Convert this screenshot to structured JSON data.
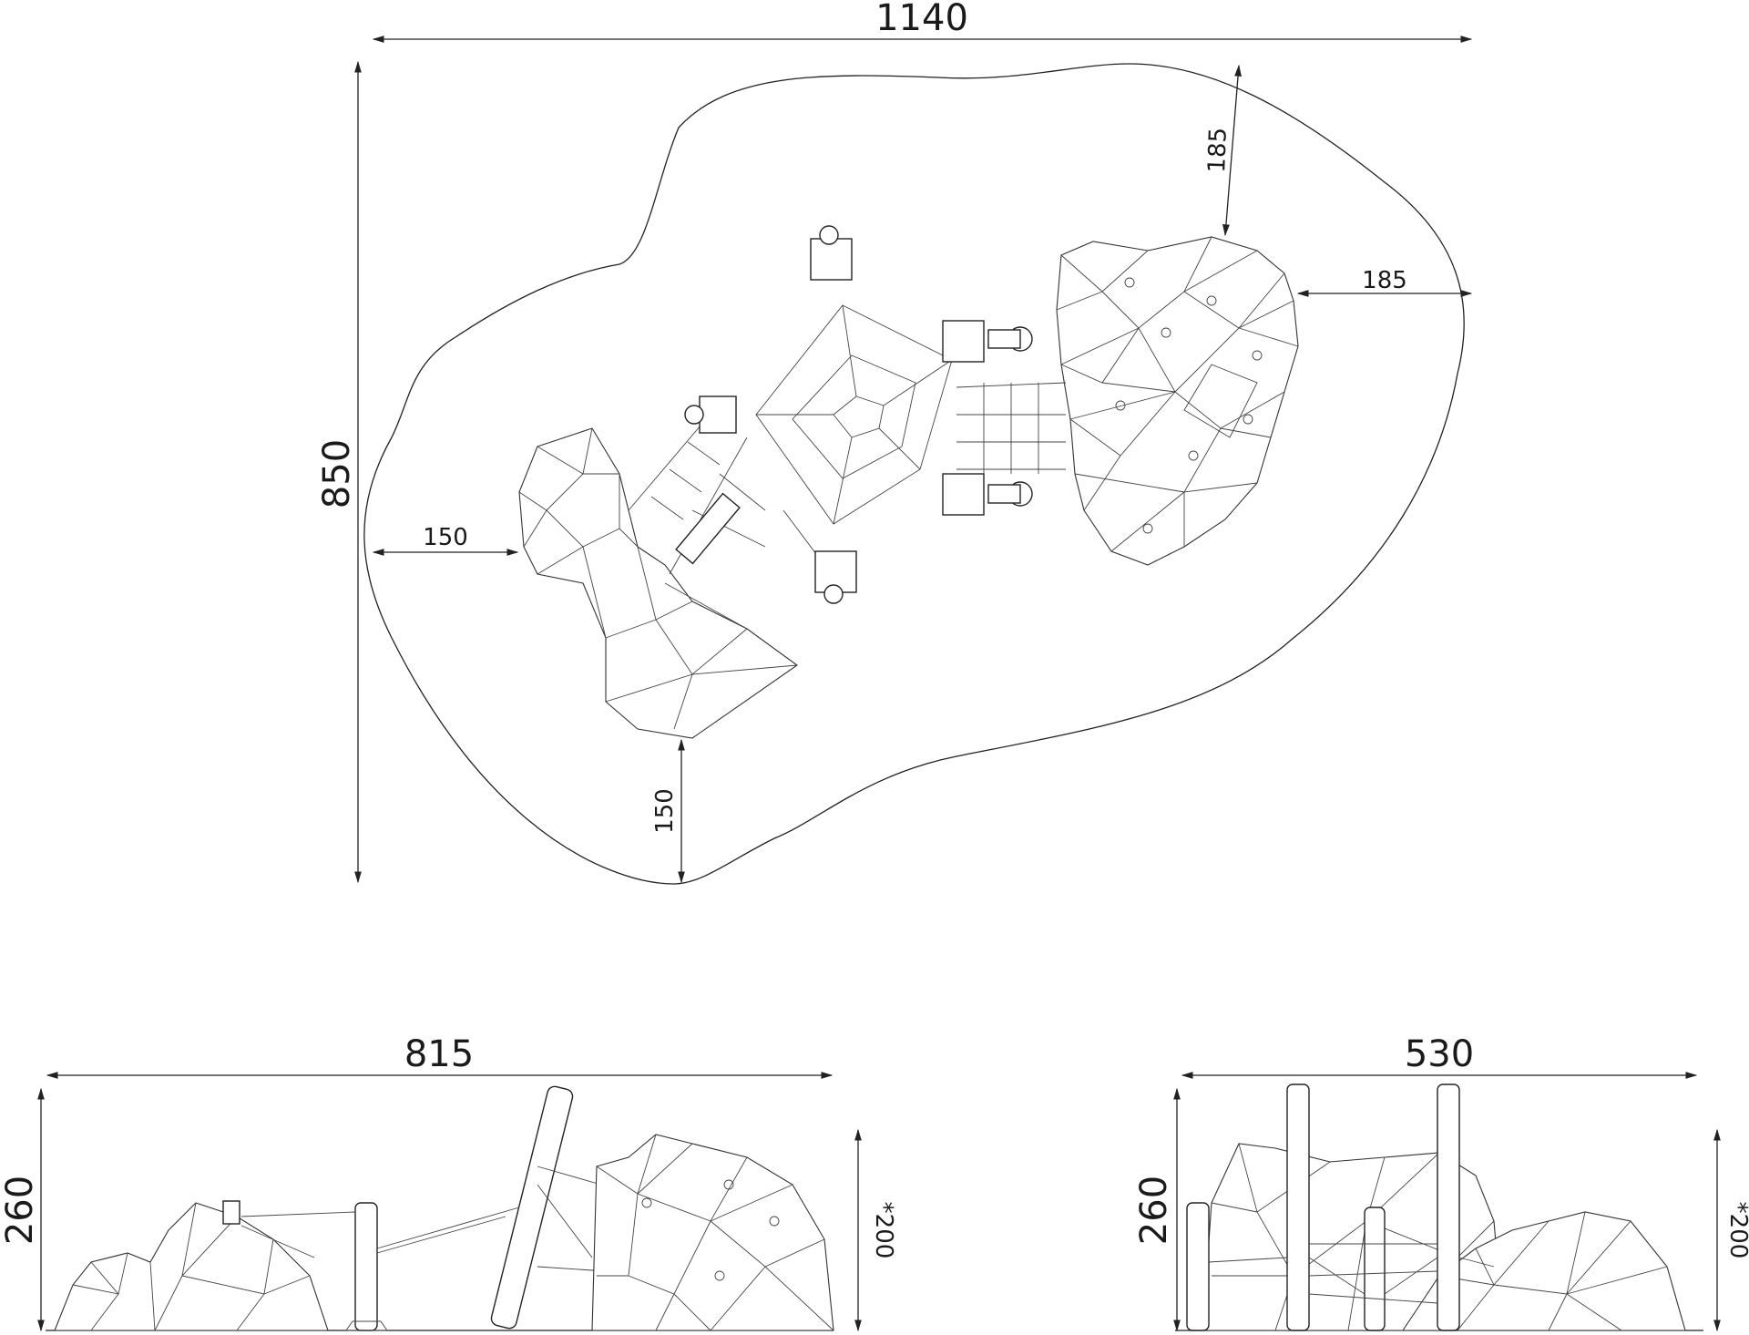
{
  "dimensions": {
    "plan_width": "1140",
    "plan_height": "850",
    "top_clearance": "185",
    "right_clearance": "185",
    "left_clearance": "150",
    "bottom_clearance": "150",
    "side_view_width": "815",
    "side_view_height": "260",
    "side_view_fall_height": "*200",
    "end_view_width": "530",
    "end_view_height": "260",
    "end_view_fall_height": "*200"
  }
}
